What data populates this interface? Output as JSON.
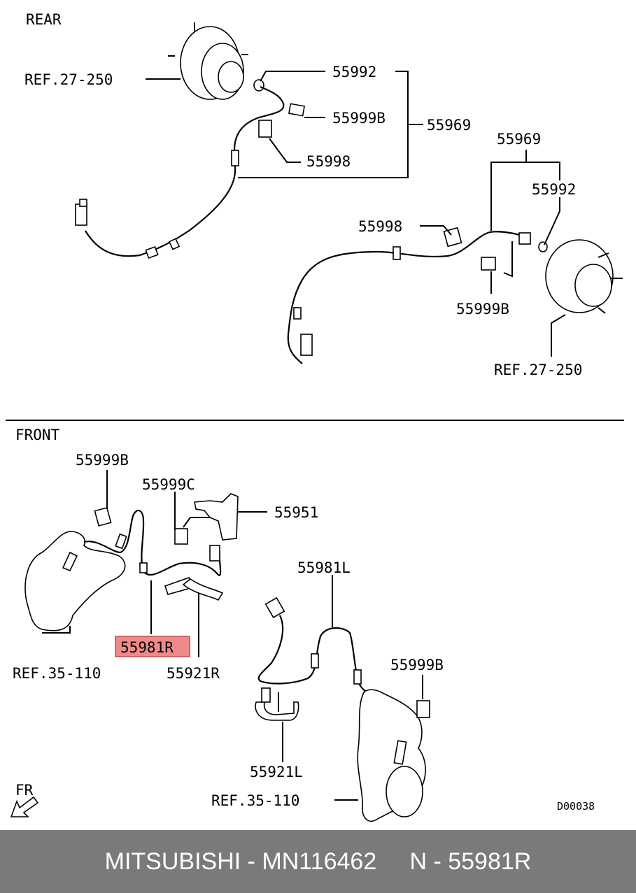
{
  "sections": {
    "rear": "REAR",
    "front": "FRONT"
  },
  "rear_labels": {
    "ref_left": "REF.27-250",
    "p55992_a": "55992",
    "p55999b_a": "55999B",
    "p55969_a": "55969",
    "p55998_a": "55998",
    "p55969_b": "55969",
    "p55992_b": "55992",
    "p55998_b": "55998",
    "p55999b_b": "55999B",
    "ref_right": "REF.27-250"
  },
  "front_labels": {
    "p55999b_a": "55999B",
    "p55999c": "55999C",
    "p55951": "55951",
    "p55981l": "55981L",
    "p55981r": "55981R",
    "ref_left": "REF.35-110",
    "p55921r": "55921R",
    "p55999b_b": "55999B",
    "p55921l": "55921L",
    "ref_right": "REF.35-110",
    "fr": "FR",
    "code": "D00038"
  },
  "highlight_color": "#f08a8a",
  "footer": {
    "text": "MITSUBISHI - MN116462     N - 55981R"
  }
}
